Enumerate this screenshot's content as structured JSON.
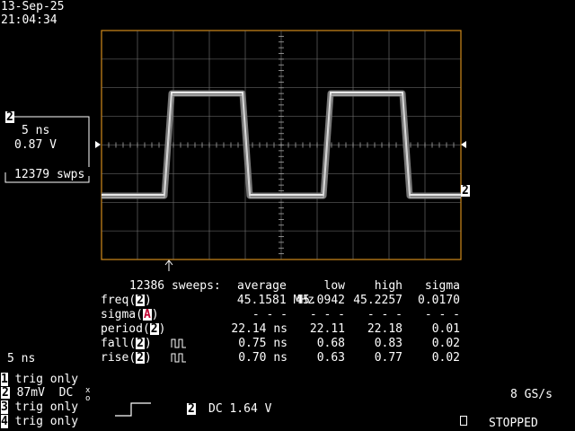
{
  "datetime": {
    "date": "13-Sep-25",
    "time": "21:04:34"
  },
  "trace_box": {
    "channel": "2",
    "timebase": "5 ns",
    "volts": "0.87 V",
    "sweeps": "12379 swps"
  },
  "trace_marker": "2",
  "measurements": {
    "sweeps_label": "12386 sweeps:",
    "columns": [
      "average",
      "low",
      "high",
      "sigma"
    ],
    "rows": [
      {
        "name": "freq",
        "ch": "2",
        "pulse_icon": false,
        "average": "45.1581 MHz",
        "low": "45.0942",
        "high": "45.2257",
        "sigma": "0.0170"
      },
      {
        "name": "sigma",
        "ch": "A",
        "pulse_icon": false,
        "average": "- - -",
        "low": "- - -",
        "high": "- - -",
        "sigma": "- - -"
      },
      {
        "name": "period",
        "ch": "2",
        "pulse_icon": false,
        "average": "22.14 ns",
        "low": "22.11",
        "high": "22.18",
        "sigma": "0.01"
      },
      {
        "name": "fall",
        "ch": "2",
        "pulse_icon": true,
        "average": "0.75 ns",
        "low": "0.68",
        "high": "0.83",
        "sigma": "0.02"
      },
      {
        "name": "rise",
        "ch": "2",
        "pulse_icon": true,
        "average": "0.70 ns",
        "low": "0.63",
        "high": "0.77",
        "sigma": "0.02"
      }
    ]
  },
  "timebase": "5 ns",
  "channels": [
    {
      "id": "1",
      "text": "trig only"
    },
    {
      "id": "2",
      "text": "87mV  DC"
    },
    {
      "id": "3",
      "text": "trig only"
    },
    {
      "id": "4",
      "text": "trig only"
    }
  ],
  "trigger": {
    "source": "2",
    "coupling_level": "DC 1.64 V"
  },
  "sample_rate": "8 GS/s",
  "status": "STOPPED",
  "colors": {
    "grid_border": "#d08a1a",
    "trace": "#e8e8e8",
    "accent_red": "#c00030"
  }
}
